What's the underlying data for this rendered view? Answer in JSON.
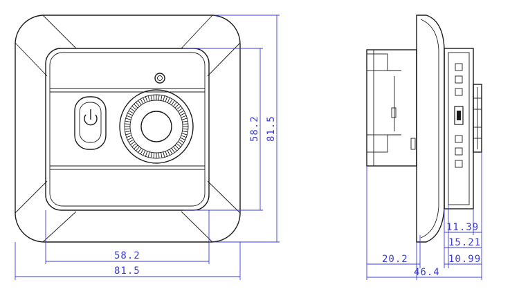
{
  "colors": {
    "outline": "#1a1a1a",
    "dimension": "#3a3ad8"
  },
  "front_view": {
    "dims": {
      "inner_width": "58.2",
      "outer_width": "81.5",
      "inner_height": "58.2",
      "outer_height": "81.5"
    },
    "icons": [
      "power-switch-icon",
      "rotary-knob-icon",
      "indicator-led-icon"
    ]
  },
  "side_view": {
    "dims": {
      "front_1": "11.39",
      "front_2": "15.21",
      "front_3": "10.99",
      "depth": "20.2",
      "total": "46.4"
    }
  }
}
